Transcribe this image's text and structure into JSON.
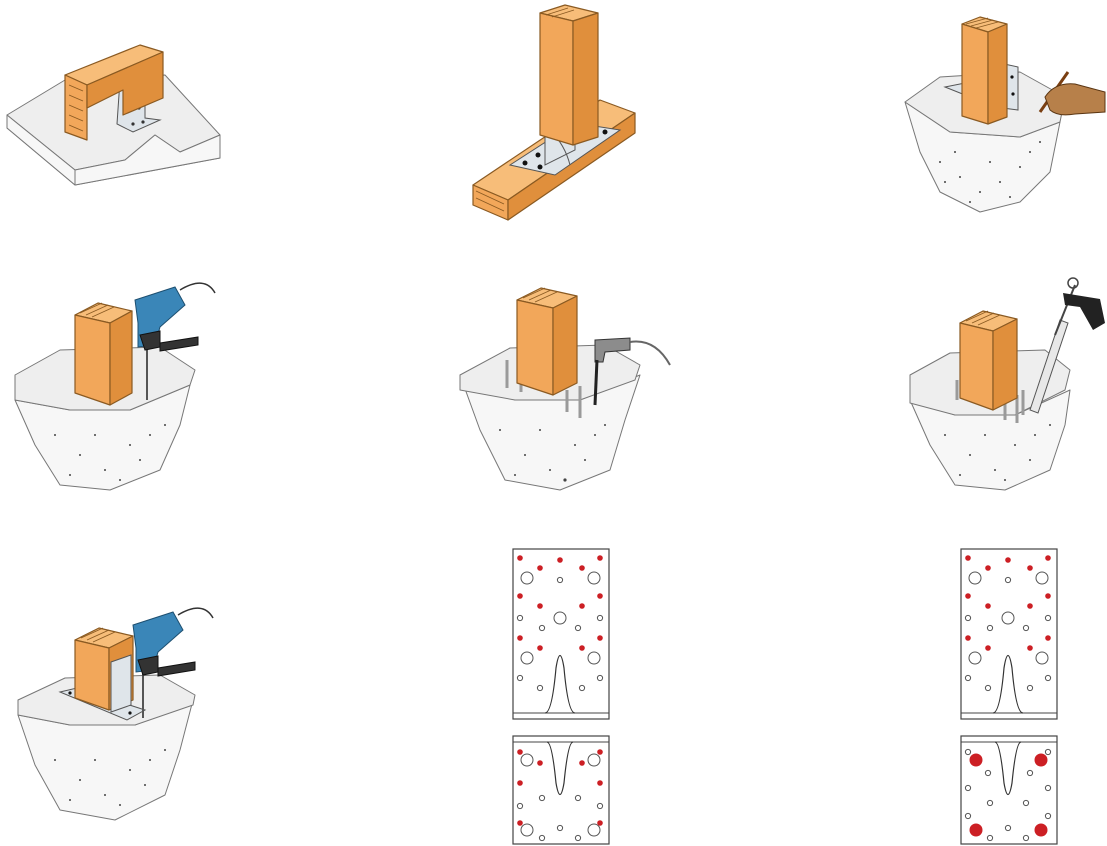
{
  "figure": {
    "rows": [
      {
        "panels": [
          {
            "id": "p1",
            "icon": "angle-bracket-on-concrete-slab-icon"
          },
          {
            "id": "p2",
            "icon": "angle-bracket-timber-to-timber-icon"
          },
          {
            "id": "p3",
            "icon": "hand-marking-holes-icon"
          }
        ]
      },
      {
        "panels": [
          {
            "id": "p4",
            "icon": "drill-concrete-icon"
          },
          {
            "id": "p5",
            "icon": "air-blower-cleaning-icon"
          },
          {
            "id": "p6",
            "icon": "resin-injection-gun-icon"
          }
        ]
      },
      {
        "panels": [
          {
            "id": "p7",
            "icon": "drill-fastening-bracket-icon"
          },
          {
            "id": "p8",
            "icon": "nail-pattern-partial-icon"
          },
          {
            "id": "p9",
            "icon": "nail-pattern-anchor-icon"
          }
        ]
      }
    ],
    "colors": {
      "timber": "#f2a75a",
      "steel": "#dfe5ea",
      "concrete": "#eeeeee",
      "drill": "#3a86b8",
      "fastener_highlight": "#cc1f24"
    }
  }
}
